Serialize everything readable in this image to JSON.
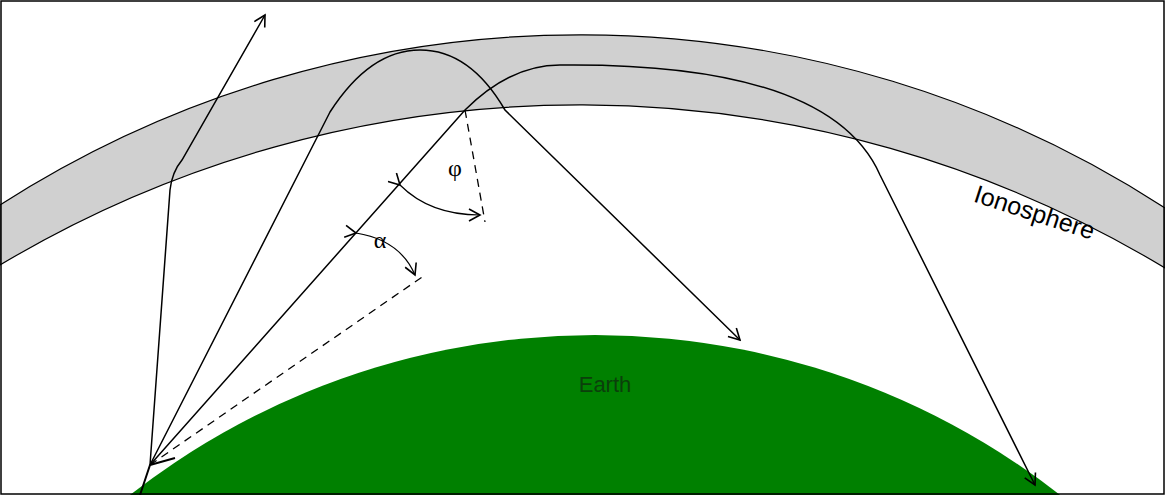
{
  "diagram": {
    "nodes": [
      {
        "text": [
          "Earth"
        ]
      },
      {
        "text": [
          "Ionosphere"
        ]
      }
    ],
    "labels": [
      "φ",
      "α"
    ]
  }
}
